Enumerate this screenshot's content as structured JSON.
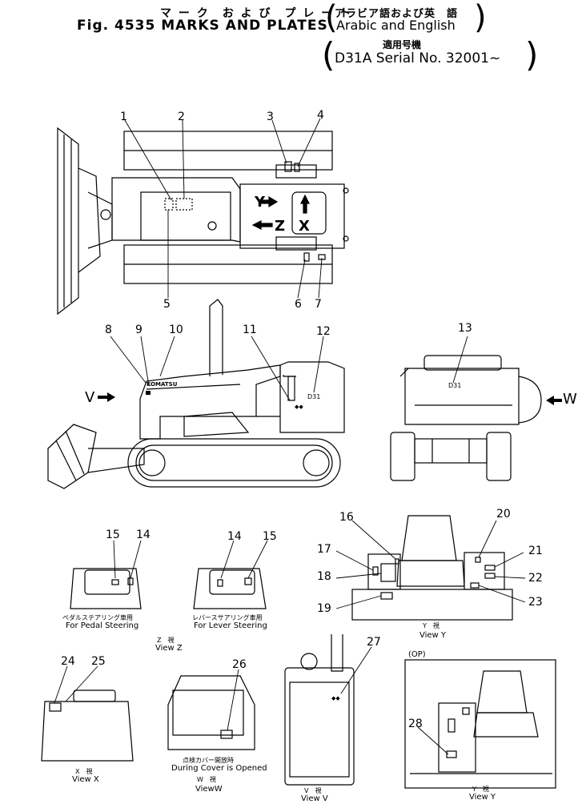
{
  "header": {
    "title_jp": "マ ー ク　お よ び　プ レ ー ト",
    "title_en": "Fig. 4535 MARKS AND PLATES",
    "lang_jp": "アラビア語および英　語",
    "lang_en": "Arabic and English",
    "serial_jp": "適用号機",
    "serial_en": "D31A Serial No. 32001~"
  },
  "callouts": [
    "1",
    "2",
    "3",
    "4",
    "5",
    "6",
    "7",
    "8",
    "9",
    "10",
    "11",
    "12",
    "13",
    "14",
    "15",
    "14",
    "15",
    "16",
    "17",
    "18",
    "19",
    "20",
    "21",
    "22",
    "23",
    "24",
    "25",
    "26",
    "27",
    "28"
  ],
  "views": {
    "arrow_y": "Y",
    "arrow_z": "Z",
    "arrow_x": "X",
    "arrow_v": "V",
    "arrow_w": "W",
    "komatsu": "KOMATSU",
    "d31": "D31",
    "pedal_jp": "ペダルステアリング車用",
    "pedal_en": "For Pedal Steering",
    "lever_jp": "レバースサアリング車用",
    "lever_en": "For Lever Steering",
    "view_z_jp": "Z　視",
    "view_z": "View Z",
    "view_y_jp": "Y　視",
    "view_y": "View Y",
    "view_x_jp": "X　視",
    "view_x": "View X",
    "cover_jp": "点検カバー開放時",
    "cover_en": "During Cover is Opened",
    "view_w_jp": "W　視",
    "view_w": "ViewW",
    "view_v_jp": "V　視",
    "view_v": "View V",
    "op": "(OP)",
    "view_y2_jp": "Y　視",
    "view_y2": "View Y"
  }
}
